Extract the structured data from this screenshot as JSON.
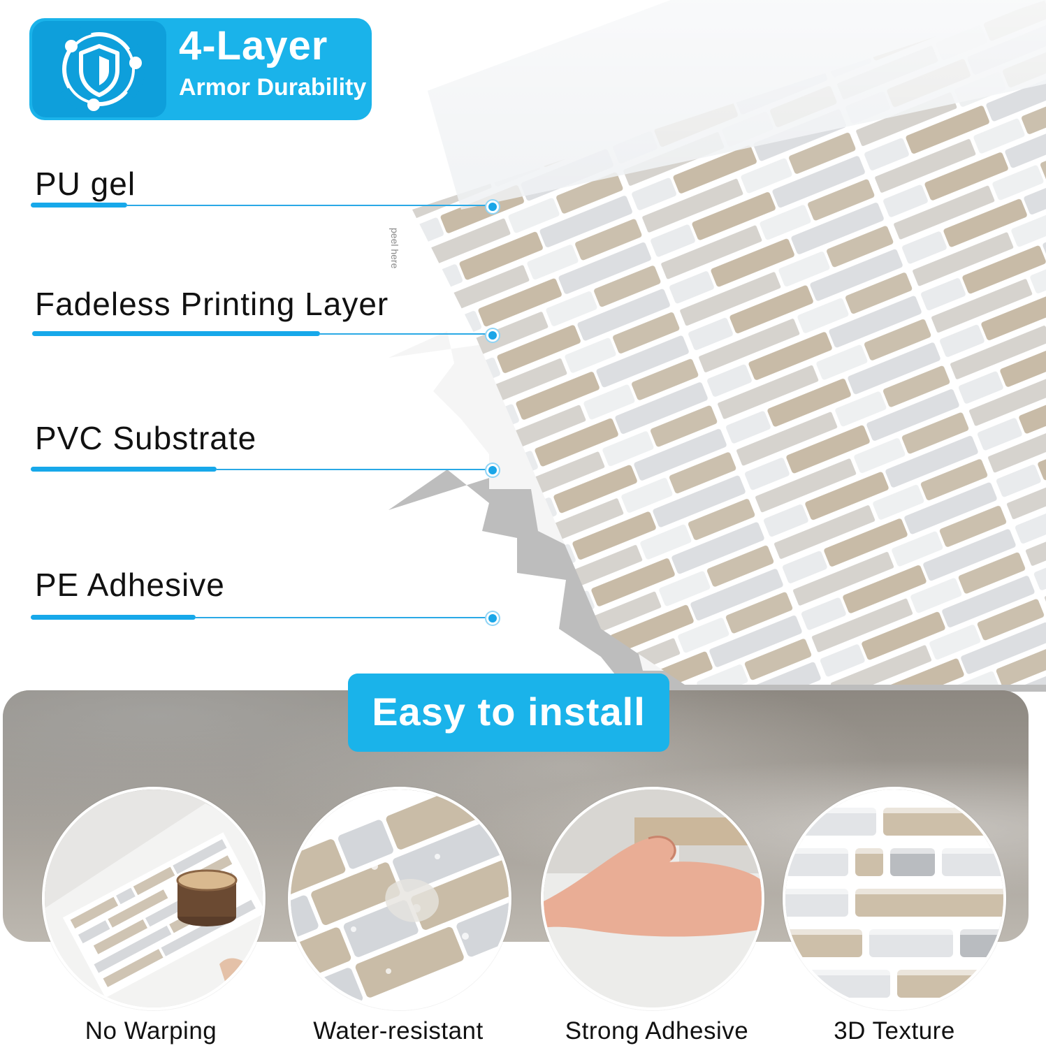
{
  "badge": {
    "icon": "shield-orbit-icon",
    "title": "4-Layer",
    "subtitle": "Armor Durability"
  },
  "layers": [
    {
      "label": "PU gel"
    },
    {
      "label": "Fadeless Printing Layer"
    },
    {
      "label": "PVC Substrate"
    },
    {
      "label": "PE Adhesive"
    }
  ],
  "tile": {
    "peel_text": "peel here"
  },
  "install": {
    "title": "Easy to install"
  },
  "features": [
    {
      "label": "No Warping"
    },
    {
      "label": "Water-resistant"
    },
    {
      "label": "Strong Adhesive"
    },
    {
      "label": "3D Texture"
    }
  ],
  "colors": {
    "accent": "#1ab3ea",
    "accent_dark": "#0e9fdb",
    "tile_beige": "#cdc3b2",
    "tile_grey": "#d7d9dc",
    "tile_white": "#f4f5f6"
  }
}
